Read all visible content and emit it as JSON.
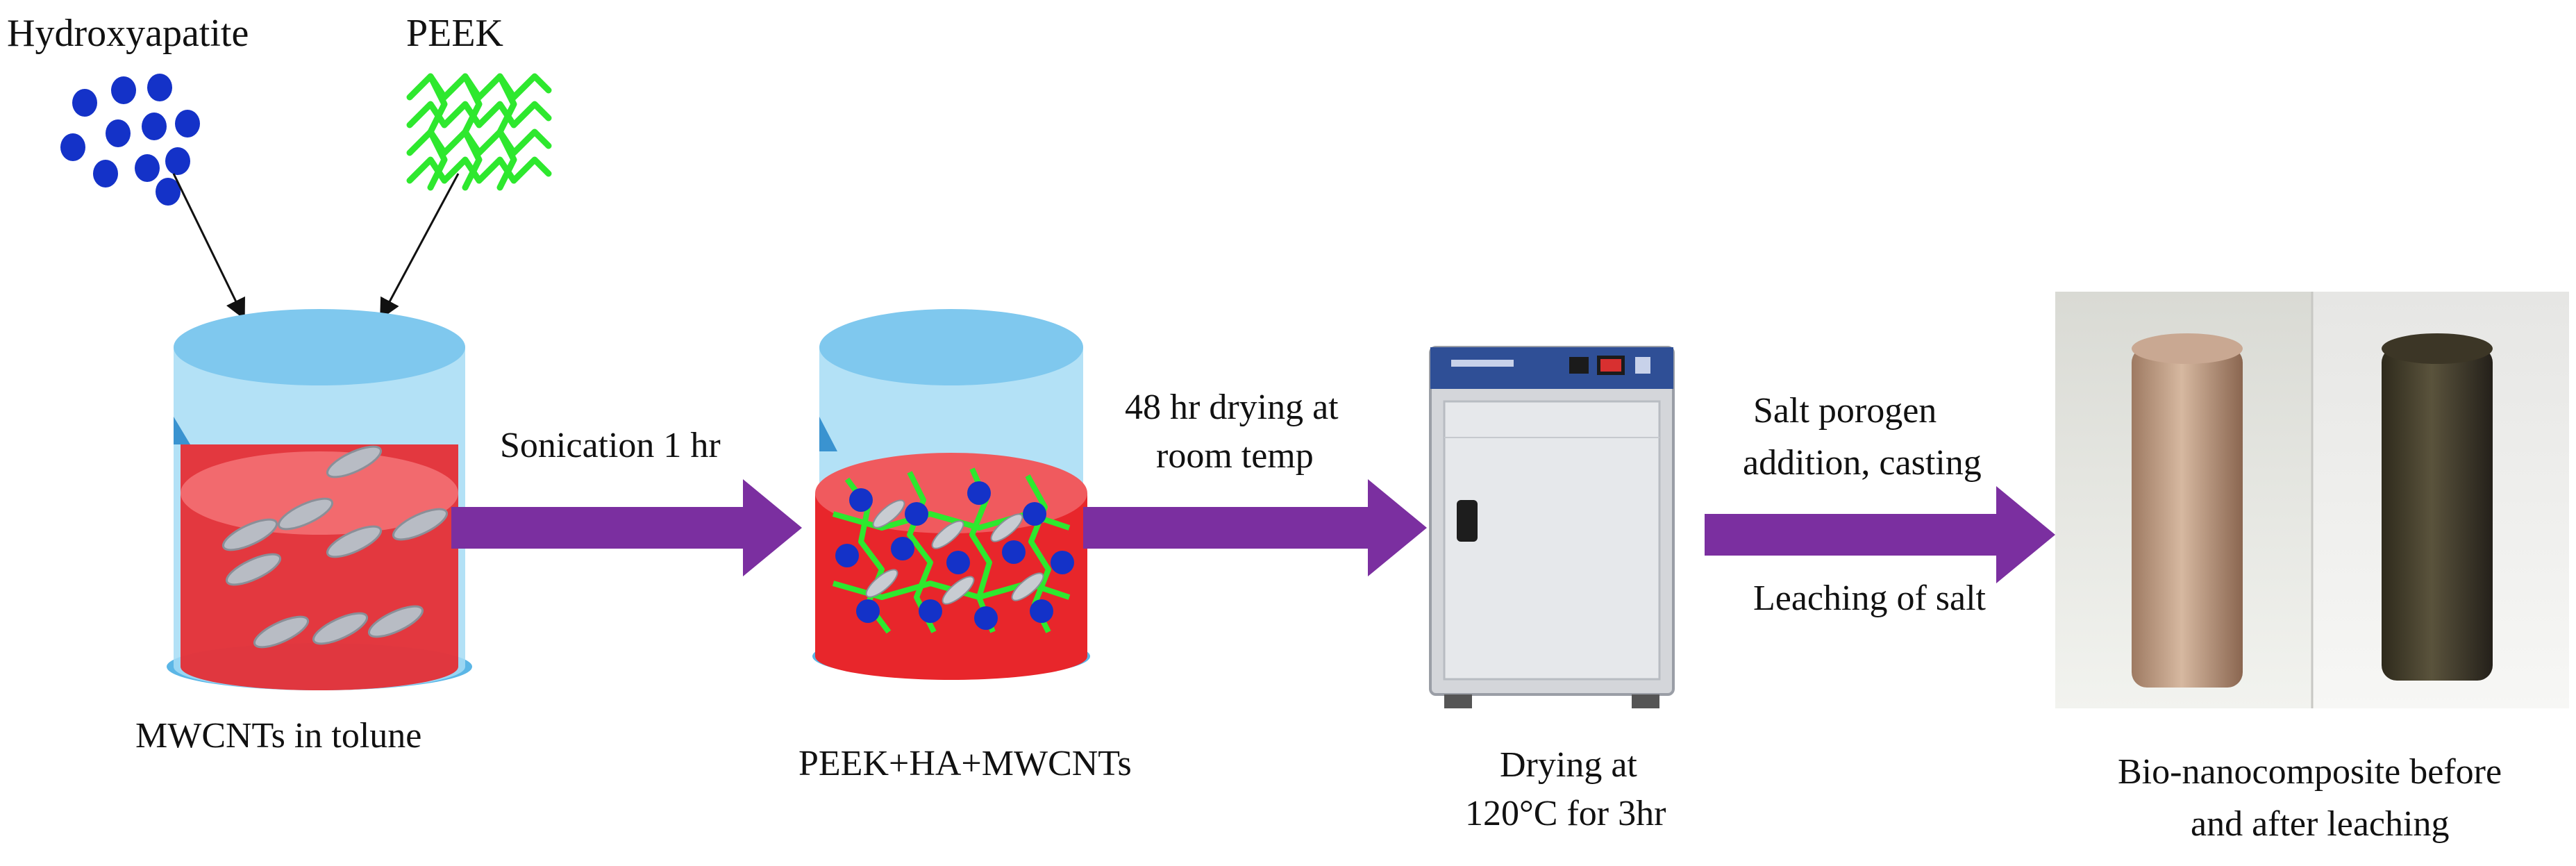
{
  "labels": {
    "hydroxyapatite": "Hydroxyapatite",
    "peek": "PEEK",
    "step1_label": "MWCNTs in tolune",
    "step1_arrow": "Sonication 1 hr",
    "step2_label": "PEEK+HA+MWCNTs",
    "step2_arrow_line1": "48 hr drying at",
    "step2_arrow_line2": "room temp",
    "step3_label_line1": "Drying at",
    "step3_label_line2": "120°C for 3hr",
    "step3_arrow_top_line1": "Salt porogen",
    "step3_arrow_top_line2": "addition, casting",
    "step3_arrow_bottom": "Leaching of salt",
    "step4_label_line1": "Bio-nanocomposite before",
    "step4_label_line2": "and after leaching"
  },
  "colors": {
    "arrow_fill": "#7b2fa0",
    "beaker": "#8fd0f2",
    "liquid": "#e8262b",
    "ha_particle": "#1432c8",
    "peek_chain": "#2ee82e",
    "cnt": "#b8bcc4"
  }
}
